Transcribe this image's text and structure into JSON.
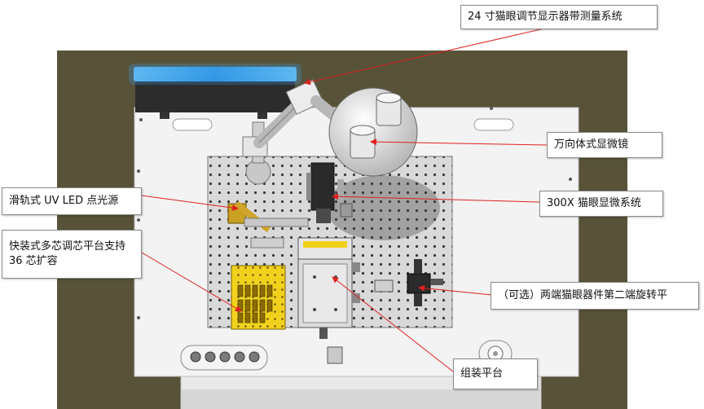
{
  "callouts": {
    "monitor": "24 寸猫眼调节显示器带测量系统",
    "universal_microscope": "万向体式显微镜",
    "uv_led": "滑轨式 UV LED 点光源",
    "microscope_300x": "300X  猫眼显微系统",
    "quick_platform": "快装式多芯调芯平台支持 36 芯扩容",
    "rotation_platform": "（可选）两端猫眼器件第二端旋转平",
    "assembly_platform": "组装平台"
  },
  "colors": {
    "arrow": "#e02020",
    "table_bg": "#5f5a3e",
    "panel": "#f2f2f2",
    "breadboard": "#d8d8d8",
    "monitor_glow": "#2aa3ff",
    "fixture_yellow": "#f3d21a"
  }
}
